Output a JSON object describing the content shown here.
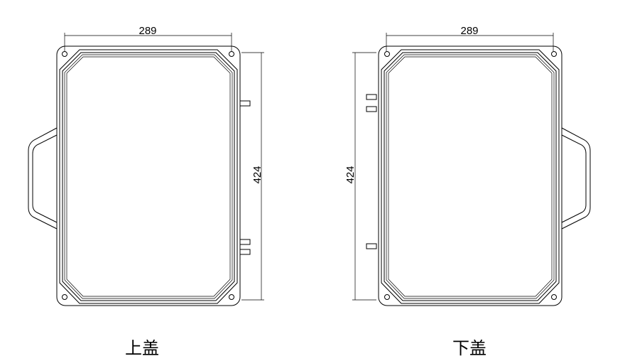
{
  "upper_cover": {
    "caption": "上盖",
    "width_label": "289",
    "height_label": "424"
  },
  "lower_cover": {
    "caption": "下盖",
    "width_label": "289",
    "height_label": "424"
  }
}
